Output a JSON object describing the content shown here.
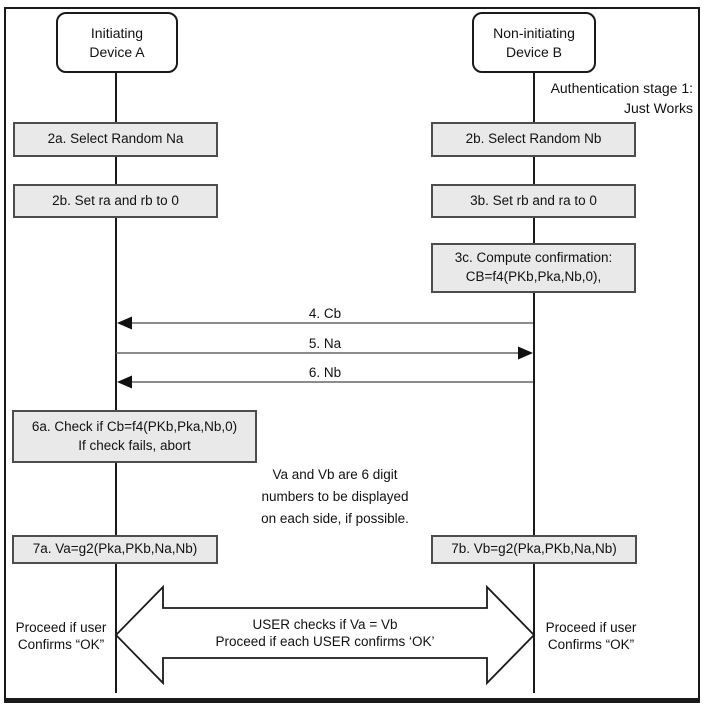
{
  "diagram": {
    "stage_title": {
      "line1": "Authentication stage 1:",
      "line2": "Just Works"
    },
    "device_a": {
      "line1": "Initiating",
      "line2": "Device A"
    },
    "device_b": {
      "line1": "Non-initiating",
      "line2": "Device B"
    },
    "boxes": {
      "a1": "2a. Select Random Na",
      "b1": "2b. Select Random Nb",
      "a2": "2b. Set ra and rb to 0",
      "b2": "3b. Set rb and ra to 0",
      "b3_line1": "3c. Compute confirmation:",
      "b3_line2": "CB=f4(PKb,Pka,Nb,0),",
      "a3_line1": "6a. Check if Cb=f4(PKb,Pka,Nb,0)",
      "a3_line2": "If check fails, abort",
      "a4": "7a. Va=g2(Pka,PKb,Na,Nb)",
      "b4": "7b. Vb=g2(Pka,PKb,Na,Nb)"
    },
    "messages": [
      {
        "label": "4. Cb",
        "direction": "right-to-left"
      },
      {
        "label": "5. Na",
        "direction": "left-to-right"
      },
      {
        "label": "6. Nb",
        "direction": "right-to-left"
      }
    ],
    "note": {
      "line1": "Va and Vb are 6 digit",
      "line2": "numbers to be displayed",
      "line3": "on each side, if possible."
    },
    "user_arrow": {
      "line1": "USER checks if Va = Vb",
      "line2": "Proceed if each USER confirms ‘OK’"
    },
    "left_label": {
      "line1": "Proceed if user",
      "line2": "Confirms “OK”"
    },
    "right_label": {
      "line1": "Proceed if user",
      "line2": "Confirms “OK”"
    },
    "colors": {
      "box_fill": "#e9e9e9",
      "box_border": "#4d4d4d",
      "line_color": "#1a1a1a",
      "message_line": "#666666"
    }
  }
}
